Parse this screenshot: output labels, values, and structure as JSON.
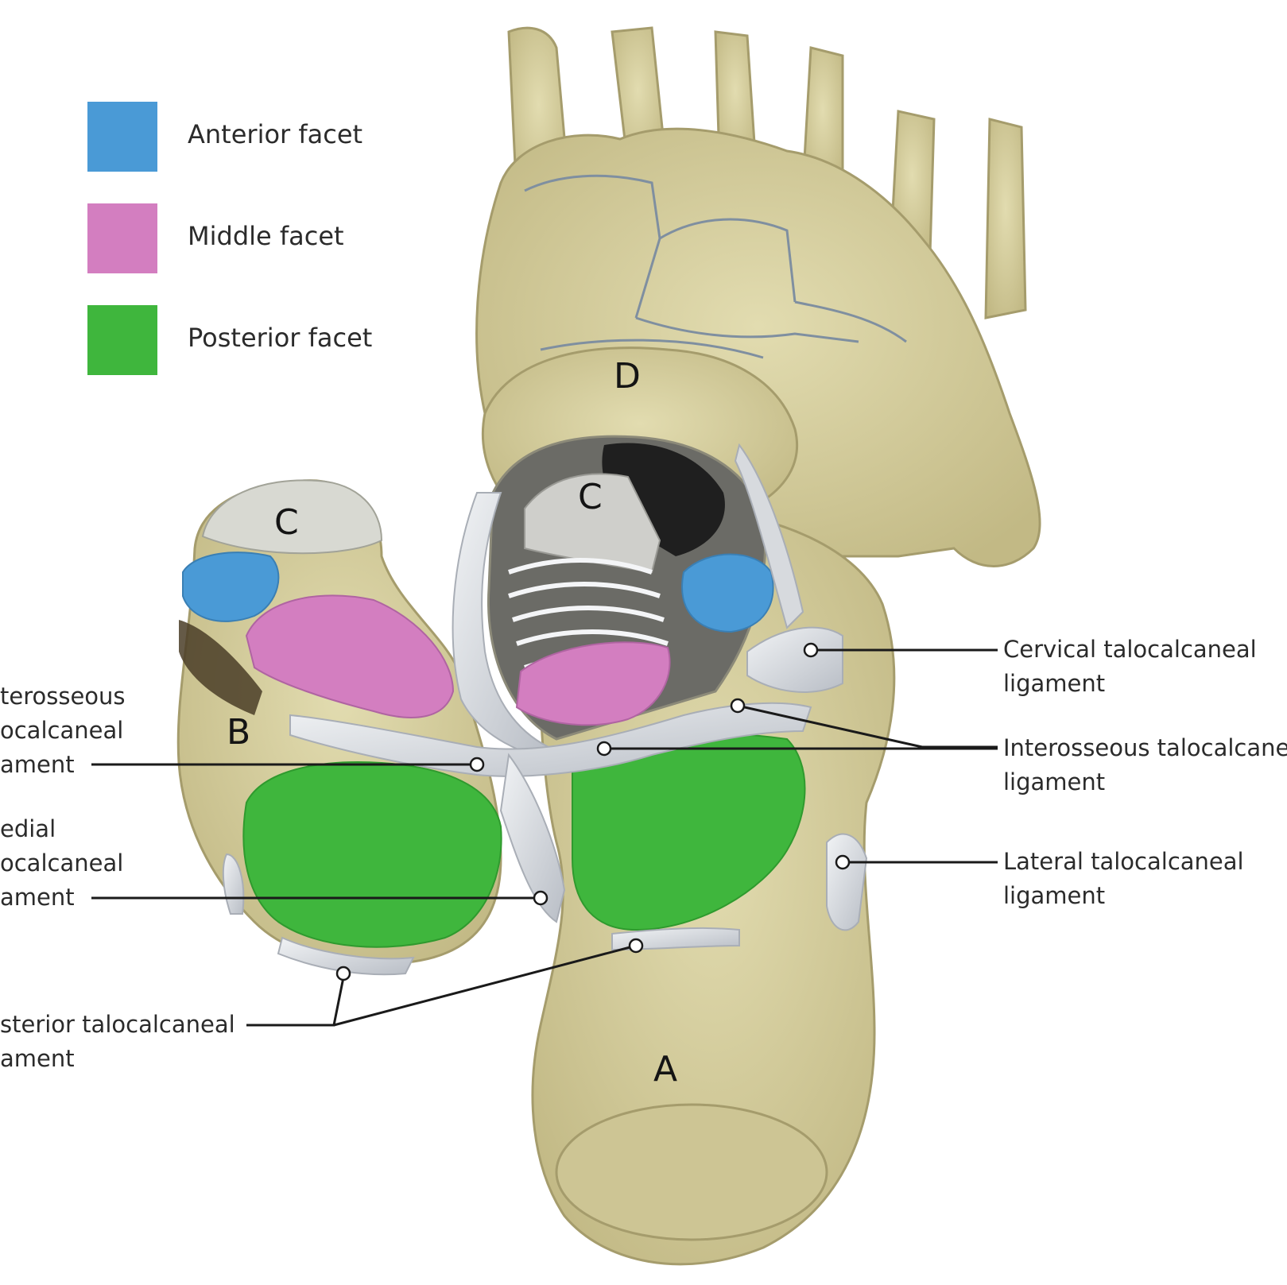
{
  "colors": {
    "anterior": "#4a9ad6",
    "middle": "#d37ec0",
    "posterior": "#3fb63d",
    "bone": "#d9d3a4",
    "ligament": "#dfe2e6",
    "leader": "#1a1a1a"
  },
  "legend": [
    {
      "label": "Anterior facet",
      "color": "#4a9ad6"
    },
    {
      "label": "Middle facet",
      "color": "#d37ec0"
    },
    {
      "label": "Posterior facet",
      "color": "#3fb63d"
    }
  ],
  "letters": {
    "A": "A",
    "B": "B",
    "C_talus": "C",
    "C_navicular": "C",
    "D": "D"
  },
  "callouts": {
    "cervical": [
      "Cervical talocalcaneal",
      "ligament"
    ],
    "interosseous_right": [
      "Interosseous talocalcane",
      "ligament"
    ],
    "lateral": [
      "Lateral talocalcaneal",
      "ligament"
    ],
    "interosseous_left": [
      "terosseous",
      "ocalcaneal",
      "ament"
    ],
    "medial": [
      "edial",
      "ocalcaneal",
      "ament"
    ],
    "posterior": [
      "sterior talocalcaneal",
      "ament"
    ]
  }
}
